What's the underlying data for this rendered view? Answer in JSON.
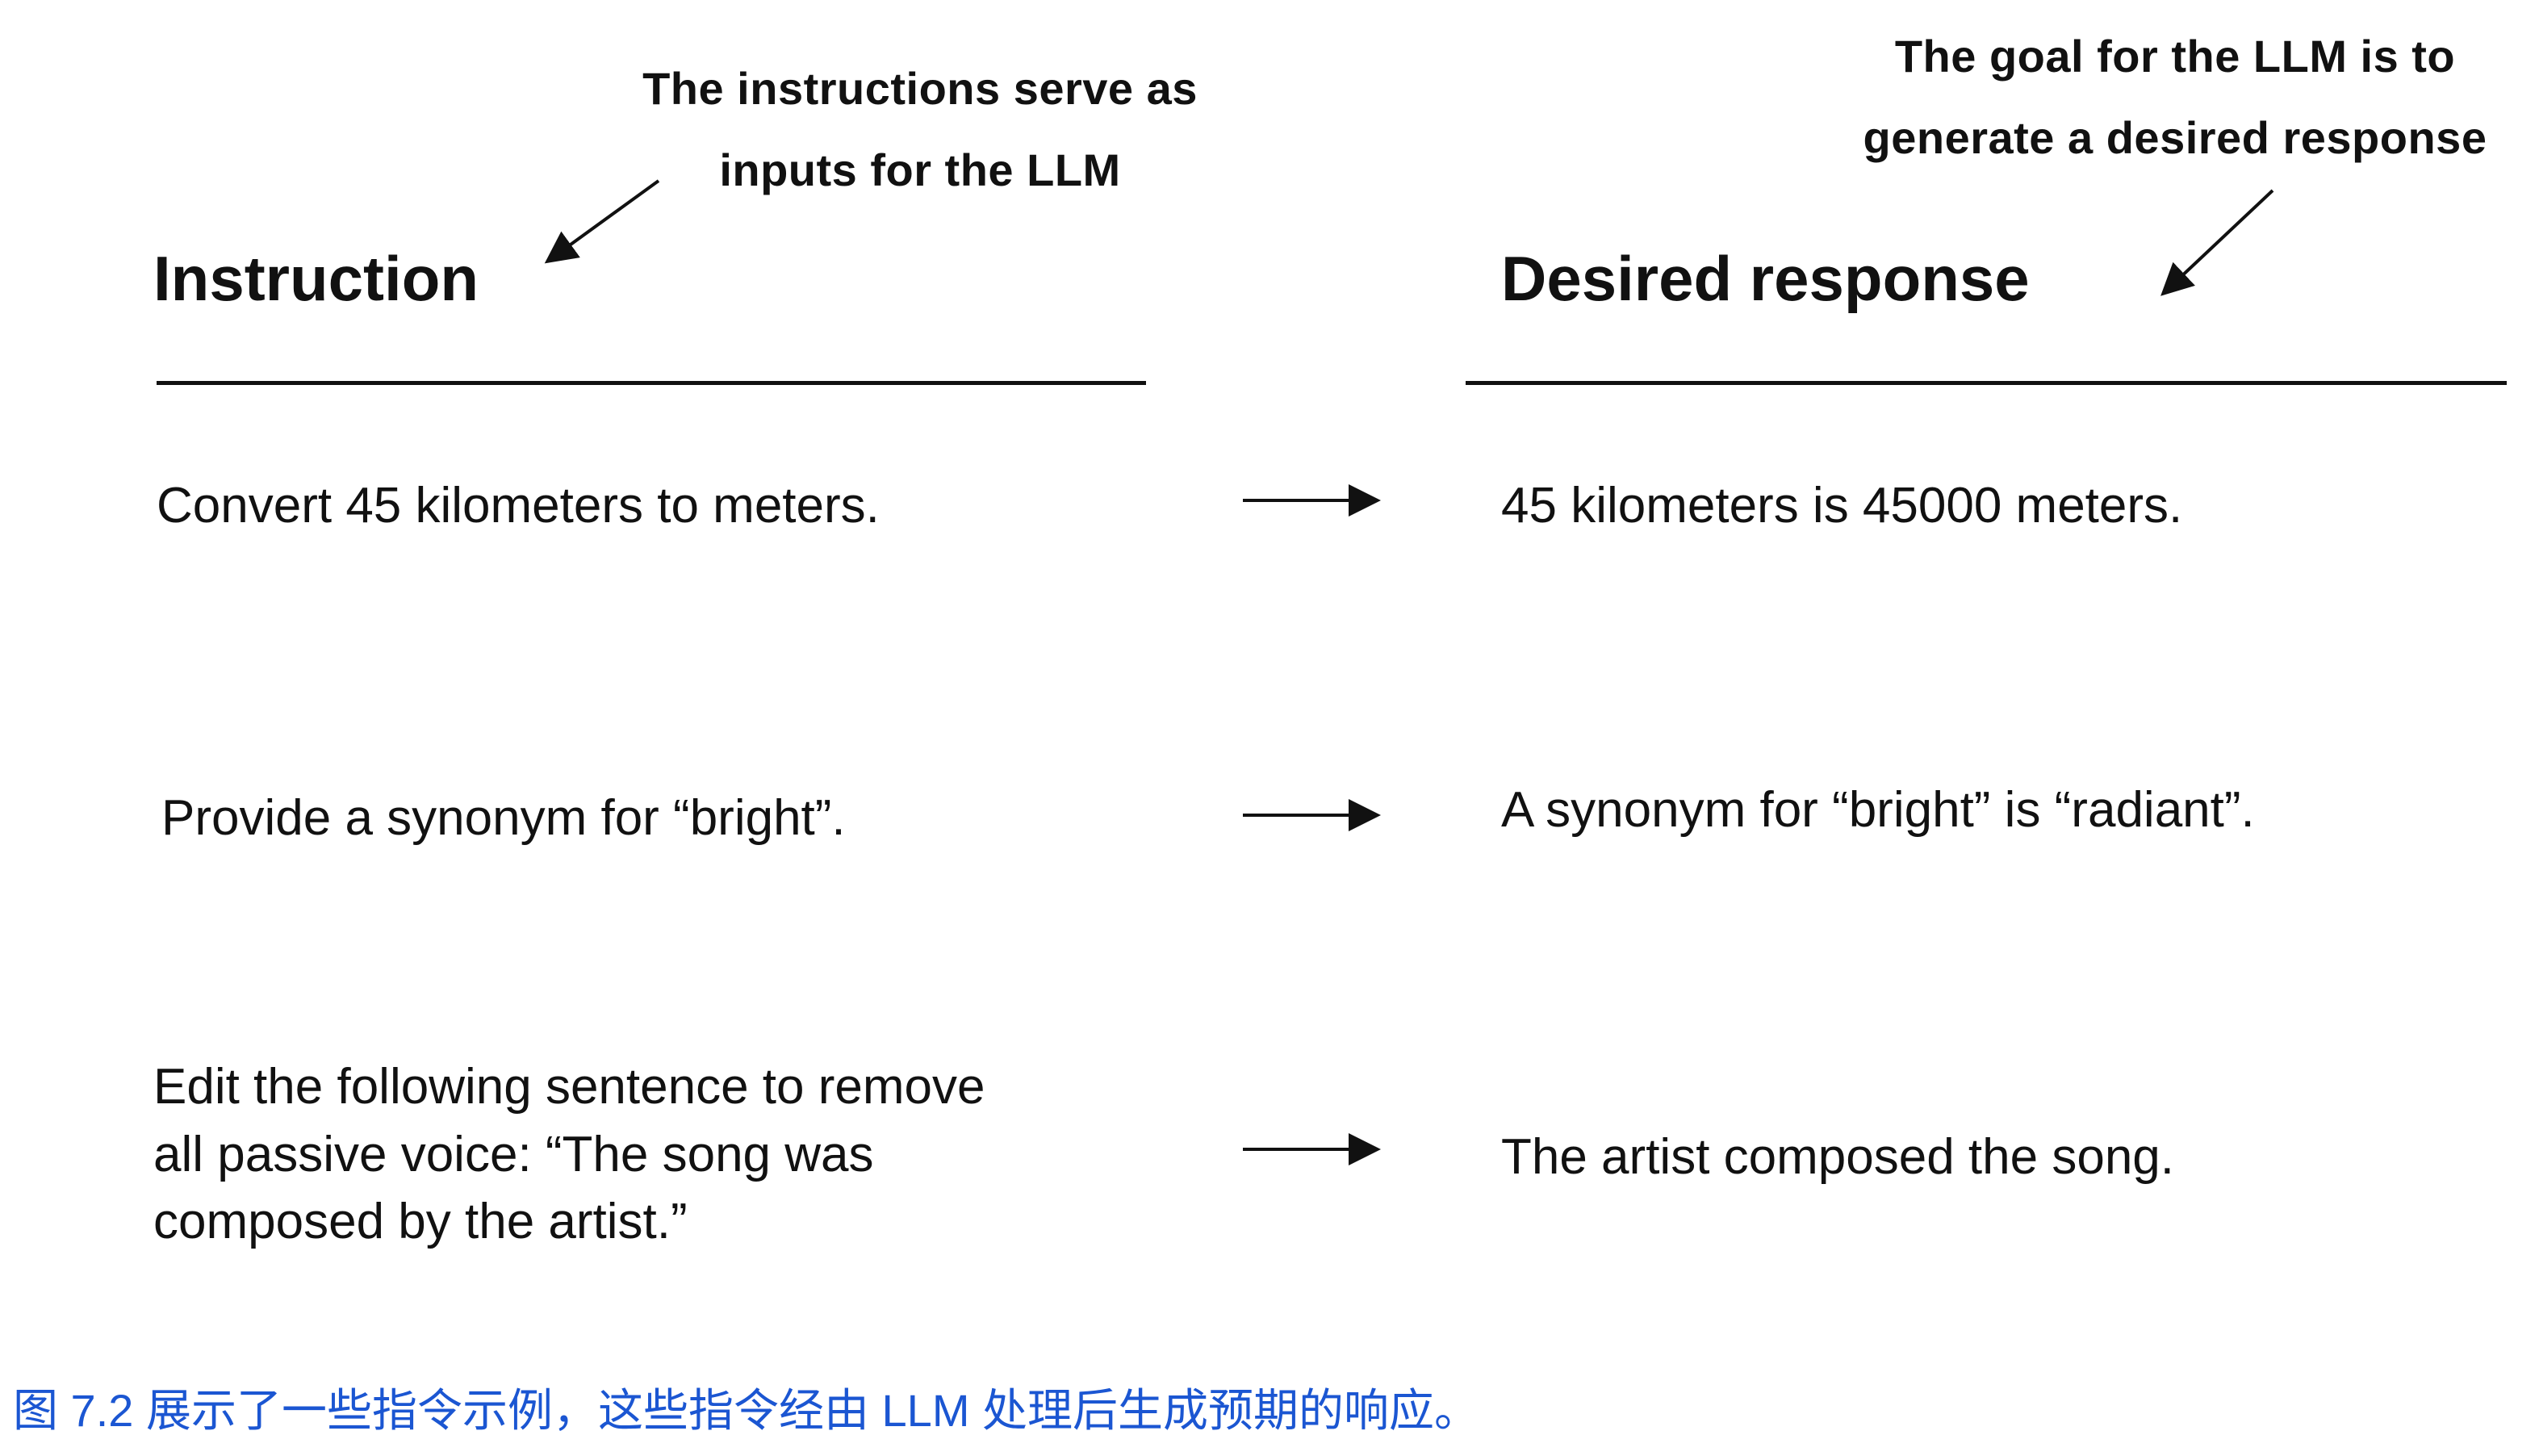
{
  "annotations": {
    "left": {
      "text": "The instructions serve as inputs for the LLM"
    },
    "right": {
      "text": "The goal for the LLM is to generate a desired response"
    }
  },
  "table": {
    "instruction_header": "Instruction",
    "response_header": "Desired response"
  },
  "rows": [
    {
      "instruction": "Convert 45 kilometers to meters.",
      "response": "45 kilometers is 45000 meters."
    },
    {
      "instruction": "Provide a synonym for “bright”.",
      "response": "A synonym for “bright” is “radiant”."
    },
    {
      "instruction": "Edit the following sentence to remove all passive voice: “The song was composed by the artist.”",
      "response": "The artist composed the song."
    }
  ],
  "caption": {
    "text": "图 7.2 展示了一些指令示例，这些指令经由 LLM 处理后生成预期的响应。"
  },
  "colors": {
    "text": "#111111",
    "caption": "#1b56d2",
    "line": "#111111"
  }
}
